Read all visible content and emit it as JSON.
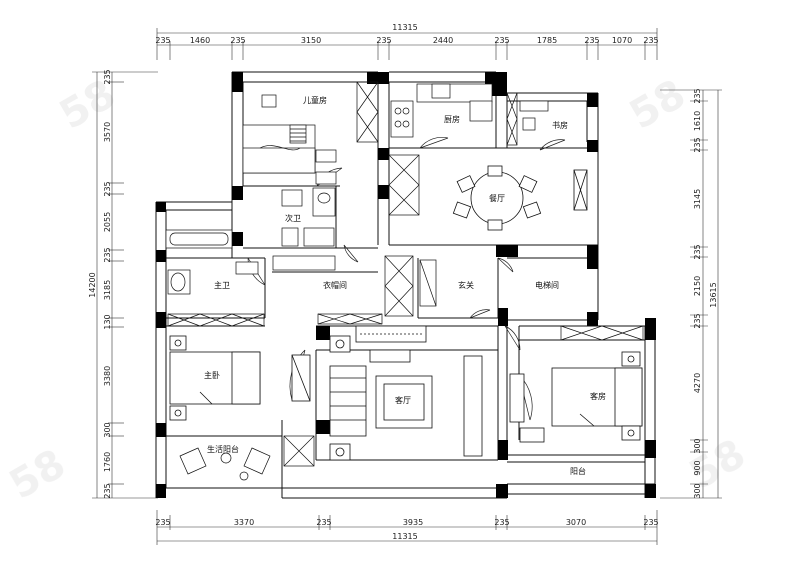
{
  "plan": {
    "total_width_top": "11315",
    "total_width_bottom": "11315",
    "total_height_left": "14200",
    "total_height_right": "13615",
    "top_segments": [
      "235",
      "1460",
      "235",
      "3150",
      "235",
      "2440",
      "235",
      "1785",
      "235",
      "1070",
      "235"
    ],
    "bottom_segments": [
      "235",
      "3370",
      "235",
      "3935",
      "235",
      "3070",
      "235"
    ],
    "left_segments": [
      "235",
      "3570",
      "235",
      "2055",
      "235",
      "3185",
      "130",
      "3380",
      "300",
      "1760",
      "235"
    ],
    "right_segments": [
      "235",
      "1610",
      "235",
      "3145",
      "235",
      "2150",
      "235",
      "4270",
      "300",
      "900",
      "300"
    ],
    "rooms": {
      "kids_room": "儿童房",
      "kitchen": "厨房",
      "study": "书房",
      "dining": "餐厅",
      "second_bath": "次卫",
      "master_bath": "主卫",
      "cloakroom": "衣帽间",
      "entrance": "玄关",
      "elevator_hall": "电梯间",
      "master_bedroom": "主卧",
      "living_room": "客厅",
      "guest_room": "客房",
      "utility_balcony": "生活阳台",
      "balcony": "阳台"
    }
  }
}
